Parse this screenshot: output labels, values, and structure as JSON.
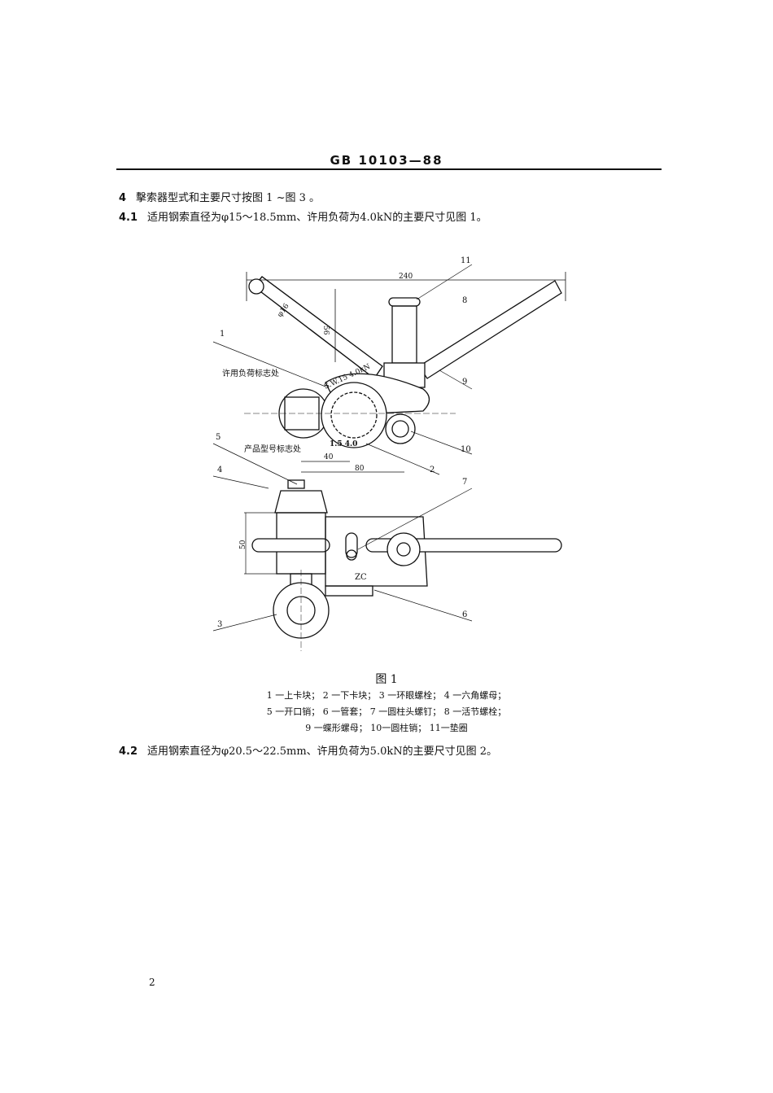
{
  "header": {
    "standard_number": "GB 10103—88"
  },
  "sections": [
    {
      "number": "4",
      "text": "擊索器型式和主要尺寸按图 1 ~图 3 。"
    },
    {
      "number": "4.1",
      "text": "适用钢索直径为φ15～18.5mm、许用负荷为4.0kN的主要尺寸见图 1。"
    },
    {
      "number": "4.2",
      "text": "适用钢索直径为φ20.5～22.5mm、许用负荷为5.0kN的主要尺寸见图 2。"
    }
  ],
  "figure": {
    "title": "图 1",
    "legend_lines": [
      "1 一上卡块； 2 一下卡块； 3 一环眼螺栓； 4 一六角螺母；",
      "5 一开口销； 6 一管套； 7 一圆柱头螺钉； 8 一活节螺栓；",
      "9 一蝶形螺母； 10一圆柱销； 11一垫圈"
    ],
    "labels": {
      "dim_240": "240",
      "dim_phi16": "φ16",
      "dim_56": "56",
      "dim_40": "40",
      "dim_80": "80",
      "dim_50": "50",
      "load_mark": "许用负荷标志处",
      "model_mark": "产品型号标志处",
      "engrave_top": "S.W.15  4.0kN",
      "engrave_bottom": "1.5  4.0",
      "zc": "ZC",
      "parts": [
        "1",
        "2",
        "3",
        "4",
        "5",
        "6",
        "7",
        "8",
        "9",
        "10",
        "11"
      ]
    }
  },
  "footer": {
    "page_number": "2"
  }
}
